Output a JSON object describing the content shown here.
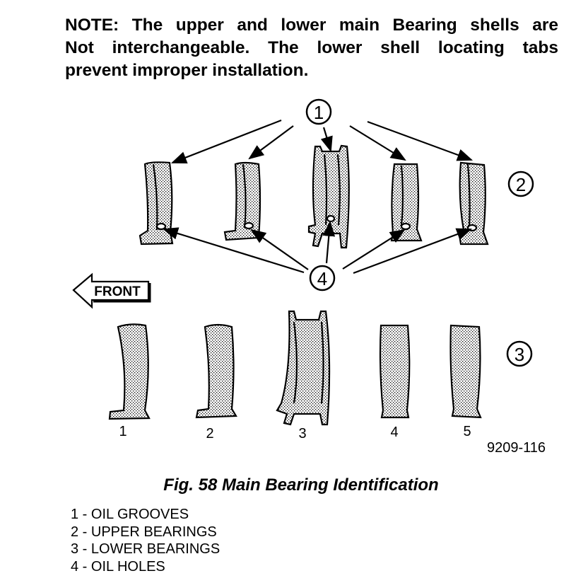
{
  "note": {
    "line1": "NOTE: The upper and lower main Bearing shells are",
    "line2": "Not interchangeable. The lower shell locating tabs",
    "line3": "prevent improper installation."
  },
  "callouts": {
    "c1": "1",
    "c2": "2",
    "c3": "3",
    "c4": "4"
  },
  "front_label": "FRONT",
  "bearing_numbers": [
    "1",
    "2",
    "3",
    "4",
    "5"
  ],
  "figure_id": "9209-116",
  "caption": "Fig. 58 Main Bearing Identification",
  "legend": [
    "1 - OIL GROOVES",
    "2 - UPPER BEARINGS",
    "3 - LOWER BEARINGS",
    "4 - OIL HOLES"
  ]
}
